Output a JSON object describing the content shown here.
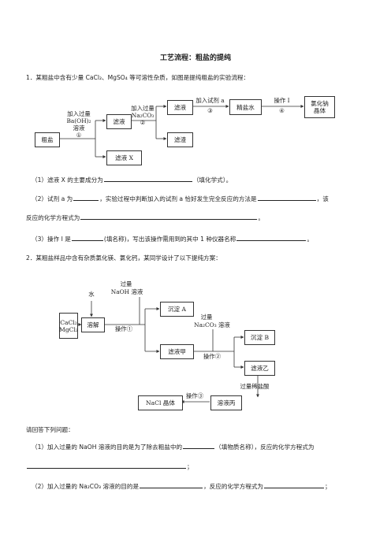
{
  "title": "工艺流程：粗盐的提纯",
  "q1": {
    "stem": "1．某粗盐中含有少量 CaCl₂、MgSO₄ 等可溶性杂质，如图是提纯粗盐的实验流程：",
    "diagram": {
      "crude_salt": "粗盐",
      "step1_a": "加入过量",
      "step1_b": "Ba(OH)₂",
      "step1_c": "溶液",
      "step1_d": "①",
      "filtrate1": "滤液",
      "filtrate_x": "滤液 X",
      "step2_a": "加入过量",
      "step2_b": "Na₂CO₃",
      "step2_c": "②",
      "filtrate2": "滤液",
      "residue": "滤渣",
      "step3_a": "加入试剂 a",
      "step3_b": "③",
      "refined_water": "精盐水",
      "step4_a": "操作 I",
      "step4_b": "④",
      "product_a": "氯化钠",
      "product_b": "晶体"
    },
    "p1_a": "（1）滤液 X 的主要成分为",
    "p1_b": "（填化学式）。",
    "p2_a": "（2）试剂 a 为",
    "p2_b": "，实验过程中判断加入的试剂 a 恰好发生完全反应的方法是",
    "p2_c": "，该",
    "p2_d": "反应的化学方程式为",
    "p2_e": "。",
    "p3_a": "（3）操作 I 是",
    "p3_b": "(填名称)，写出该操作需用到的其中 1 种仪器名称",
    "p3_c": "。"
  },
  "q2": {
    "stem": "2．某粗盐样品中含有杂质氯化镁、氯化钙，某同学设计了以下提纯方案：",
    "diagram": {
      "water": "水",
      "excess1": "过量",
      "naoh": "NaOH 溶液",
      "raw_a": "CaCl₂",
      "raw_b": "MgCl₂",
      "dissolve": "溶解",
      "op1": "操作①",
      "precip_a": "沉淀 A",
      "filtrate_a": "滤液甲",
      "excess2": "过量",
      "na2co3": "Na₂CO₃ 溶液",
      "op2": "操作②",
      "precip_b": "沉淀 B",
      "filtrate_b": "滤液乙",
      "hcl": "过量稀盐酸",
      "op3": "操作③",
      "filtrate_c": "溶液丙",
      "nacl": "NaCl 晶体"
    },
    "ask": "请回答下列问题：",
    "p1_a": "（1）加入过量的 NaOH 溶液的目的是为了除去粗盐中的",
    "p1_b": "（填物质名称），反应的化学方程式为",
    "p1_c": "；",
    "p2_a": "（2）加入过量的 Na₂CO₃ 溶液的目的是",
    "p2_b": "，反应的化学方程式为",
    "p2_c": "；"
  }
}
